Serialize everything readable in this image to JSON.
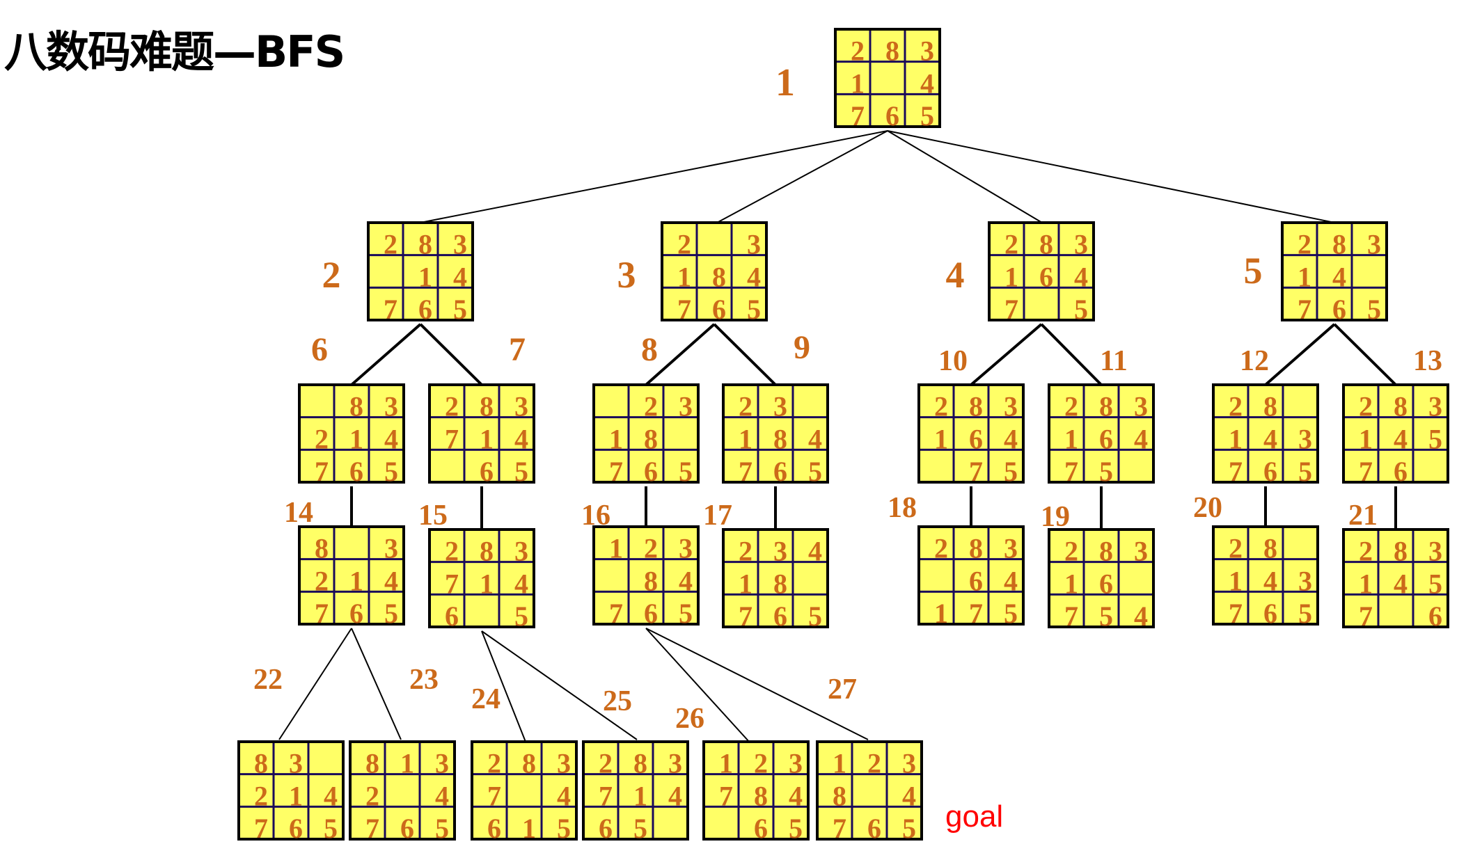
{
  "title": "八数码难题—BFS",
  "colors": {
    "tile_fill": "#FFFF66",
    "grid_line": "#1A0A5A",
    "border": "#000000",
    "number": "#CC6A1A",
    "goal_text": "#FF0000",
    "edge": "#000000"
  },
  "goal_label": "goal",
  "goal_node": 27,
  "nodes": [
    {
      "id": 1,
      "label": "1",
      "parent": null,
      "board": [
        [
          "2",
          "8",
          "3"
        ],
        [
          "1",
          "",
          "4"
        ],
        [
          "7",
          "6",
          "5"
        ]
      ]
    },
    {
      "id": 2,
      "label": "2",
      "parent": 1,
      "board": [
        [
          "2",
          "8",
          "3"
        ],
        [
          "",
          "1",
          "4"
        ],
        [
          "7",
          "6",
          "5"
        ]
      ]
    },
    {
      "id": 3,
      "label": "3",
      "parent": 1,
      "board": [
        [
          "2",
          "",
          "3"
        ],
        [
          "1",
          "8",
          "4"
        ],
        [
          "7",
          "6",
          "5"
        ]
      ]
    },
    {
      "id": 4,
      "label": "4",
      "parent": 1,
      "board": [
        [
          "2",
          "8",
          "3"
        ],
        [
          "1",
          "6",
          "4"
        ],
        [
          "7",
          "",
          "5"
        ]
      ]
    },
    {
      "id": 5,
      "label": "5",
      "parent": 1,
      "board": [
        [
          "2",
          "8",
          "3"
        ],
        [
          "1",
          "4",
          ""
        ],
        [
          "7",
          "6",
          "5"
        ]
      ]
    },
    {
      "id": 6,
      "label": "6",
      "parent": 2,
      "board": [
        [
          "",
          "8",
          "3"
        ],
        [
          "2",
          "1",
          "4"
        ],
        [
          "7",
          "6",
          "5"
        ]
      ]
    },
    {
      "id": 7,
      "label": "7",
      "parent": 2,
      "board": [
        [
          "2",
          "8",
          "3"
        ],
        [
          "7",
          "1",
          "4"
        ],
        [
          "",
          "6",
          "5"
        ]
      ]
    },
    {
      "id": 8,
      "label": "8",
      "parent": 3,
      "board": [
        [
          "",
          "2",
          "3"
        ],
        [
          "1",
          "8",
          ""
        ],
        [
          "7",
          "6",
          "5"
        ]
      ]
    },
    {
      "id": 9,
      "label": "9",
      "parent": 3,
      "board": [
        [
          "2",
          "3",
          ""
        ],
        [
          "1",
          "8",
          "4"
        ],
        [
          "7",
          "6",
          "5"
        ]
      ]
    },
    {
      "id": 10,
      "label": "10",
      "parent": 4,
      "board": [
        [
          "2",
          "8",
          "3"
        ],
        [
          "1",
          "6",
          "4"
        ],
        [
          "",
          "7",
          "5"
        ]
      ]
    },
    {
      "id": 11,
      "label": "11",
      "parent": 4,
      "board": [
        [
          "2",
          "8",
          "3"
        ],
        [
          "1",
          "6",
          "4"
        ],
        [
          "7",
          "5",
          ""
        ]
      ]
    },
    {
      "id": 12,
      "label": "12",
      "parent": 5,
      "board": [
        [
          "2",
          "8",
          ""
        ],
        [
          "1",
          "4",
          "3"
        ],
        [
          "7",
          "6",
          "5"
        ]
      ]
    },
    {
      "id": 13,
      "label": "13",
      "parent": 5,
      "board": [
        [
          "2",
          "8",
          "3"
        ],
        [
          "1",
          "4",
          "5"
        ],
        [
          "7",
          "6",
          ""
        ]
      ]
    },
    {
      "id": 14,
      "label": "14",
      "parent": 6,
      "board": [
        [
          "8",
          "",
          "3"
        ],
        [
          "2",
          "1",
          "4"
        ],
        [
          "7",
          "6",
          "5"
        ]
      ]
    },
    {
      "id": 15,
      "label": "15",
      "parent": 7,
      "board": [
        [
          "2",
          "8",
          "3"
        ],
        [
          "7",
          "1",
          "4"
        ],
        [
          "6",
          "",
          "5"
        ]
      ]
    },
    {
      "id": 16,
      "label": "16",
      "parent": 8,
      "board": [
        [
          "1",
          "2",
          "3"
        ],
        [
          "",
          "8",
          "4"
        ],
        [
          "7",
          "6",
          "5"
        ]
      ]
    },
    {
      "id": 17,
      "label": "17",
      "parent": 9,
      "board": [
        [
          "2",
          "3",
          "4"
        ],
        [
          "1",
          "8",
          ""
        ],
        [
          "7",
          "6",
          "5"
        ]
      ]
    },
    {
      "id": 18,
      "label": "18",
      "parent": 10,
      "board": [
        [
          "2",
          "8",
          "3"
        ],
        [
          "",
          "6",
          "4"
        ],
        [
          "1",
          "7",
          "5"
        ]
      ]
    },
    {
      "id": 19,
      "label": "19",
      "parent": 11,
      "board": [
        [
          "2",
          "8",
          "3"
        ],
        [
          "1",
          "6",
          ""
        ],
        [
          "7",
          "5",
          "4"
        ]
      ]
    },
    {
      "id": 20,
      "label": "20",
      "parent": 12,
      "board": [
        [
          "2",
          "8",
          ""
        ],
        [
          "1",
          "4",
          "3"
        ],
        [
          "7",
          "6",
          "5"
        ]
      ]
    },
    {
      "id": 21,
      "label": "21",
      "parent": 13,
      "board": [
        [
          "2",
          "8",
          "3"
        ],
        [
          "1",
          "4",
          "5"
        ],
        [
          "7",
          "",
          "6"
        ]
      ]
    },
    {
      "id": 22,
      "label": "22",
      "parent": 14,
      "board": [
        [
          "8",
          "3",
          ""
        ],
        [
          "2",
          "1",
          "4"
        ],
        [
          "7",
          "6",
          "5"
        ]
      ]
    },
    {
      "id": 23,
      "label": "23",
      "parent": 14,
      "board": [
        [
          "8",
          "1",
          "3"
        ],
        [
          "2",
          "",
          "4"
        ],
        [
          "7",
          "6",
          "5"
        ]
      ]
    },
    {
      "id": 24,
      "label": "24",
      "parent": 15,
      "board": [
        [
          "2",
          "8",
          "3"
        ],
        [
          "7",
          "",
          "4"
        ],
        [
          "6",
          "1",
          "5"
        ]
      ]
    },
    {
      "id": 25,
      "label": "25",
      "parent": 15,
      "board": [
        [
          "2",
          "8",
          "3"
        ],
        [
          "7",
          "1",
          "4"
        ],
        [
          "6",
          "5",
          ""
        ]
      ]
    },
    {
      "id": 26,
      "label": "26",
      "parent": 16,
      "board": [
        [
          "1",
          "2",
          "3"
        ],
        [
          "7",
          "8",
          "4"
        ],
        [
          "",
          "6",
          "5"
        ]
      ]
    },
    {
      "id": 27,
      "label": "27",
      "parent": 16,
      "board": [
        [
          "1",
          "2",
          "3"
        ],
        [
          "8",
          "",
          "4"
        ],
        [
          "7",
          "6",
          "5"
        ]
      ]
    }
  ]
}
